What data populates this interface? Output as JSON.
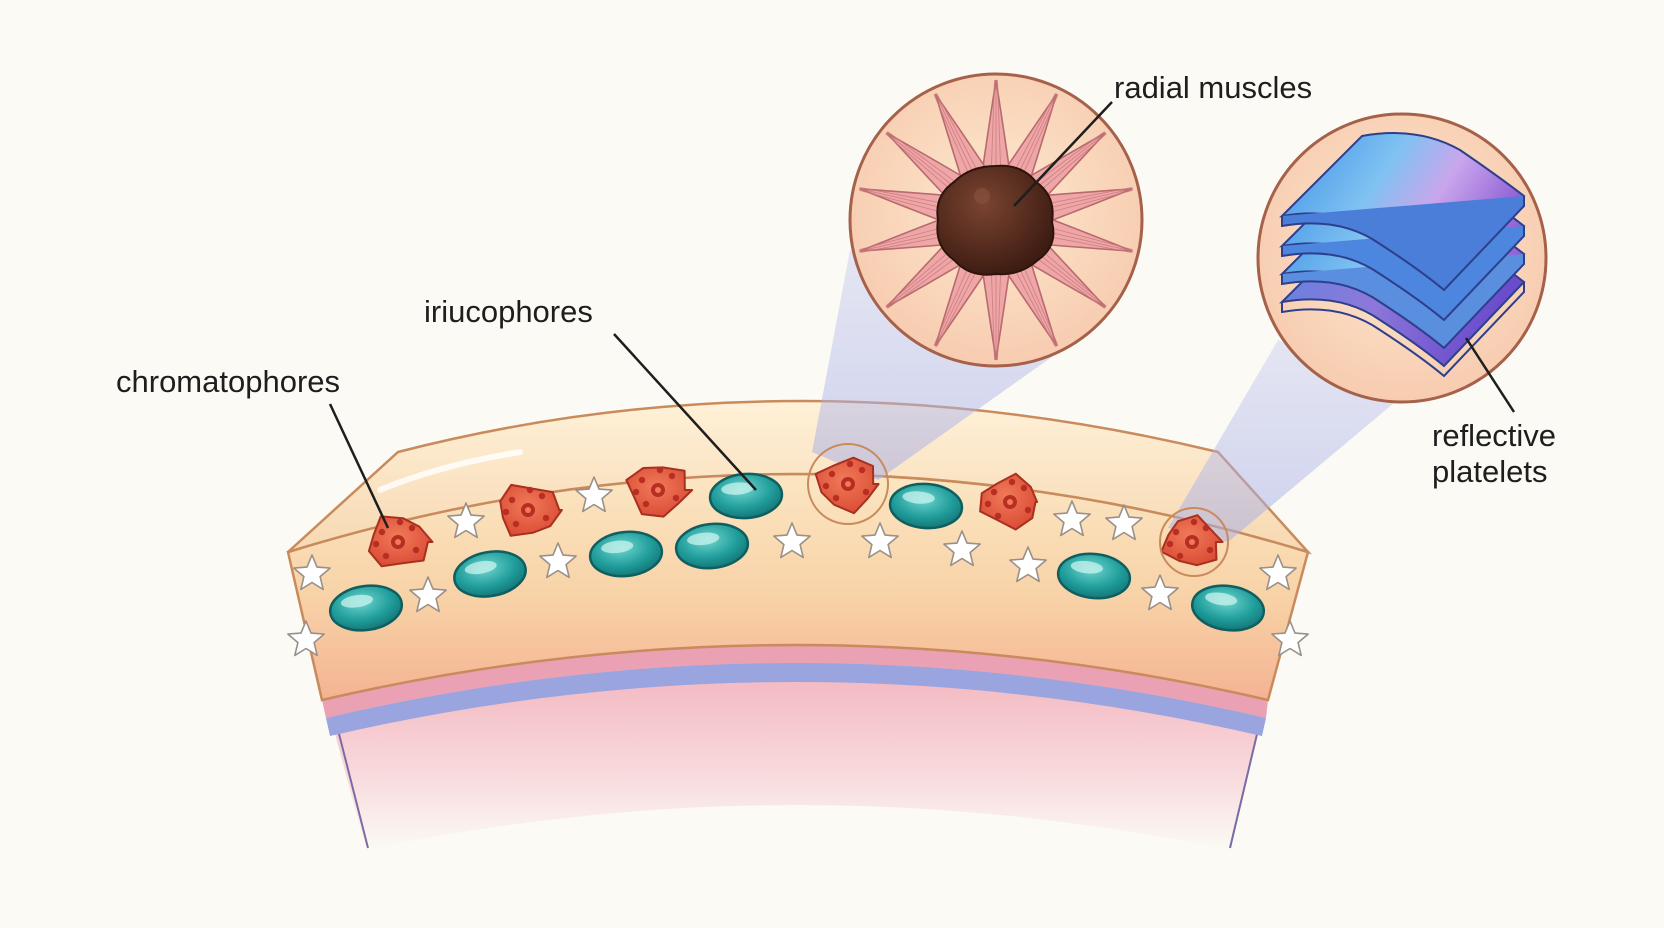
{
  "labels": {
    "chromatophores": "chromatophores",
    "iridophores": "iriucophores",
    "radial_muscles": "radial muscles",
    "reflective_platelets": "reflective\nplatelets"
  },
  "colors": {
    "background": "#fbfaf4",
    "skin_outer": "#f9dcb0",
    "skin_inner": "#f3a98f",
    "chromatophore": "#e25a3f",
    "chromatophore_dots": "#b82e22",
    "iridophore": "#1f9c9a",
    "muscle": "#e8a0a2",
    "pigment_core": "#4a2417",
    "platelet_blue": "#4f9ee8",
    "platelet_purple": "#9b66d8",
    "callout_fill": "#fbe2c6",
    "band_purple": "#9aa4de",
    "leader_line": "#1e1e1e"
  },
  "icons": {
    "leucophore": "white-star",
    "chromatophore": "red-pigment-cell",
    "iridophore": "teal-oval-cell"
  }
}
